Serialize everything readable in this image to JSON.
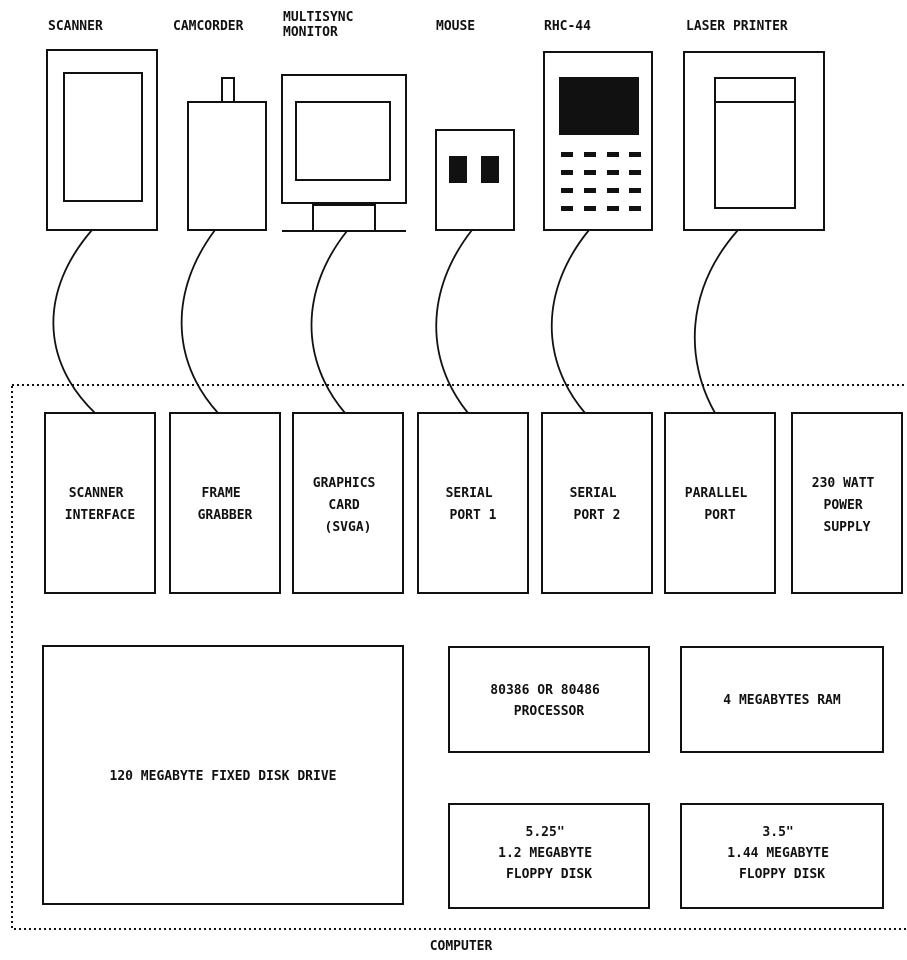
{
  "devices": [
    {
      "id": "scanner",
      "label": "SCANNER"
    },
    {
      "id": "camcorder",
      "label": "CAMCORDER"
    },
    {
      "id": "monitor",
      "label": "MULTISYNC\nMONITOR"
    },
    {
      "id": "mouse",
      "label": "MOUSE"
    },
    {
      "id": "rhc44",
      "label": "RHC-44"
    },
    {
      "id": "printer",
      "label": "LASER PRINTER"
    }
  ],
  "cards": [
    {
      "id": "scanner-interface",
      "lines": [
        "SCANNER",
        "INTERFACE"
      ]
    },
    {
      "id": "frame-grabber",
      "lines": [
        "FRAME",
        "GRABBER"
      ]
    },
    {
      "id": "graphics-card",
      "lines": [
        "GRAPHICS",
        "CARD",
        "(SVGA)"
      ]
    },
    {
      "id": "serial-port-1",
      "lines": [
        "SERIAL",
        "PORT 1"
      ]
    },
    {
      "id": "serial-port-2",
      "lines": [
        "SERIAL",
        "PORT 2"
      ]
    },
    {
      "id": "parallel-port",
      "lines": [
        "PARALLEL",
        "PORT"
      ]
    },
    {
      "id": "power-supply",
      "lines": [
        "230 WATT",
        "POWER",
        "SUPPLY"
      ]
    }
  ],
  "components": {
    "disk": [
      "120 MEGABYTE FIXED DISK DRIVE"
    ],
    "processor": [
      "80386 OR 80486",
      "PROCESSOR"
    ],
    "ram": [
      "4 MEGABYTES RAM"
    ],
    "floppy525": [
      "5.25\"",
      "1.2 MEGABYTE",
      "FLOPPY DISK"
    ],
    "floppy35": [
      "3.5\"",
      "1.44 MEGABYTE",
      "FLOPPY DISK"
    ]
  },
  "computer_label": "COMPUTER"
}
